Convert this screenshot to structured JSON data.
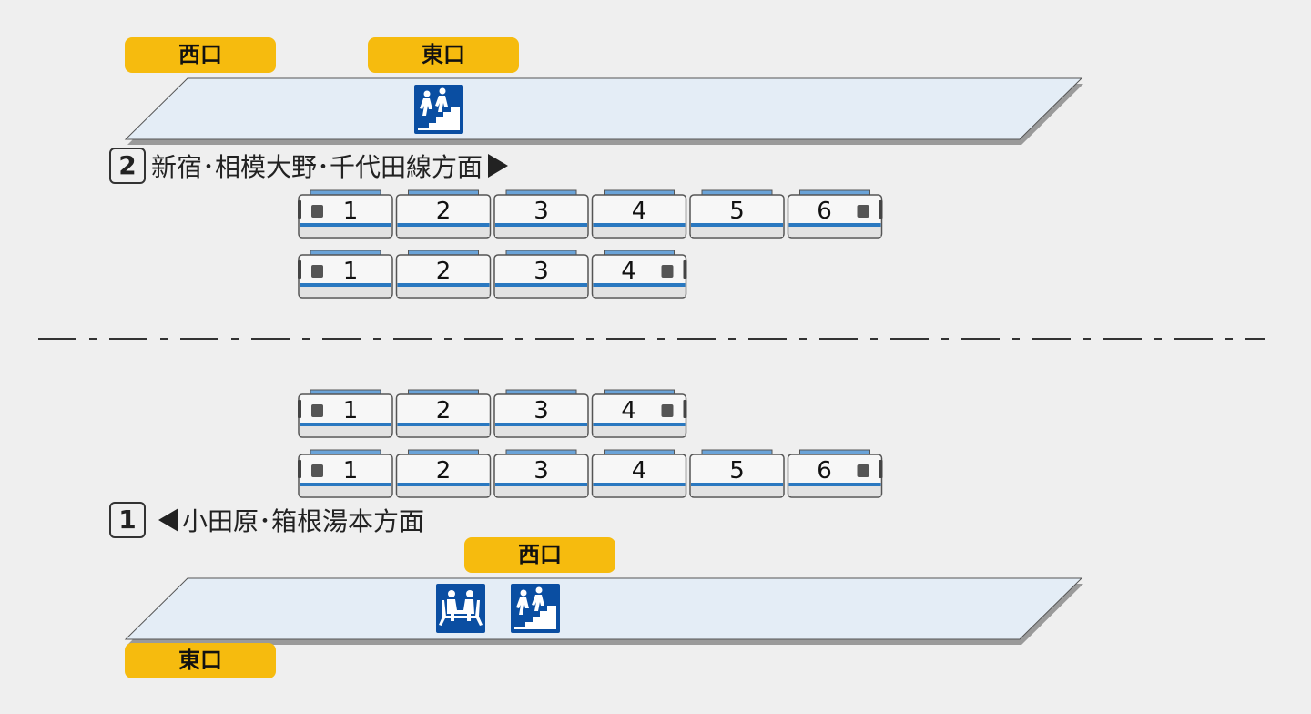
{
  "exits": {
    "top_west": "西口",
    "top_east": "東口",
    "bottom_west": "西口",
    "bottom_east": "東口"
  },
  "tracks": {
    "track2": {
      "number": "2",
      "direction": "新宿･相模大野･千代田線方面"
    },
    "track1": {
      "number": "1",
      "direction": "小田原･箱根湯本方面"
    }
  },
  "trains": {
    "track2_long": {
      "cars": [
        "1",
        "2",
        "3",
        "4",
        "5",
        "6"
      ]
    },
    "track2_short": {
      "cars": [
        "1",
        "2",
        "3",
        "4"
      ]
    },
    "track1_short": {
      "cars": [
        "1",
        "2",
        "3",
        "4"
      ]
    },
    "track1_long": {
      "cars": [
        "1",
        "2",
        "3",
        "4",
        "5",
        "6"
      ]
    }
  },
  "icons": {
    "top_platform": [
      "stairs-icon"
    ],
    "bottom_platform": [
      "bench-icon",
      "stairs-icon"
    ]
  },
  "colors": {
    "exit_tag": "#f6bb0e",
    "train_stripe": "#2a78c0",
    "train_roof": "#6aa3d8",
    "platform_fill": "#e4edf6",
    "icon_background": "#0a4ea2"
  }
}
